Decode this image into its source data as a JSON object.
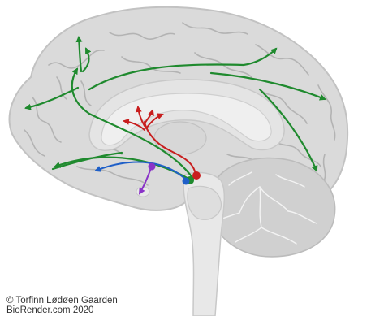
{
  "credits": {
    "line1": "© Torfinn Lødøen Gaarden",
    "line2": "BioRender.com 2020"
  },
  "colors": {
    "brain_fill": "#dadada",
    "brain_outline": "#c2c2c2",
    "gyrus_lines": "#b3b3b3",
    "corpus_callosum": "#efefef",
    "brainstem": "#e8e8e8",
    "cerebellum": "#d0d0d0",
    "pathway_green": "#1f8a2e",
    "pathway_red": "#c81e1e",
    "pathway_blue": "#1e5fc8",
    "pathway_purple": "#8a33c8",
    "text": "#333333"
  },
  "pathways": [
    {
      "name": "green",
      "color": "#1f8a2e"
    },
    {
      "name": "red",
      "color": "#c81e1e"
    },
    {
      "name": "blue",
      "color": "#1e5fc8"
    },
    {
      "name": "purple",
      "color": "#8a33c8"
    }
  ]
}
